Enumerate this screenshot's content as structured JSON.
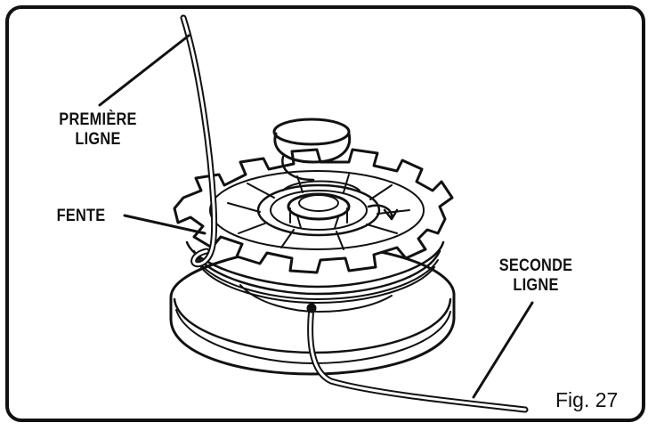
{
  "labels": {
    "first_line": [
      "PREMIÈRE",
      "LIGNE"
    ],
    "slot": "FENTE",
    "second_line": [
      "SECONDE",
      "LIGNE"
    ]
  },
  "figure_caption": "Fig. 27",
  "colors": {
    "ink": "#111111",
    "background": "#ffffff"
  }
}
